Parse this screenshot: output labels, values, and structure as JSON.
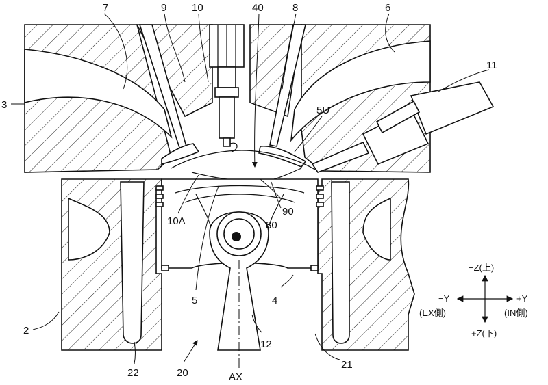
{
  "figure": {
    "labels": {
      "n2": "2",
      "n3": "3",
      "n4": "4",
      "n5": "5",
      "n5u": "5U",
      "n6": "6",
      "n7": "7",
      "n8": "8",
      "n9": "9",
      "n10": "10",
      "n10a": "10A",
      "n11": "11",
      "n12": "12",
      "n20": "20",
      "n21": "21",
      "n22": "22",
      "n40": "40",
      "n80": "80",
      "n90": "90",
      "ax": "AX"
    },
    "axes": {
      "up": "−Z(上)",
      "down": "+Z(下)",
      "left_1": "−Y",
      "left_2": "(EX側)",
      "right_1": "+Y",
      "right_2": "(IN側)"
    }
  }
}
